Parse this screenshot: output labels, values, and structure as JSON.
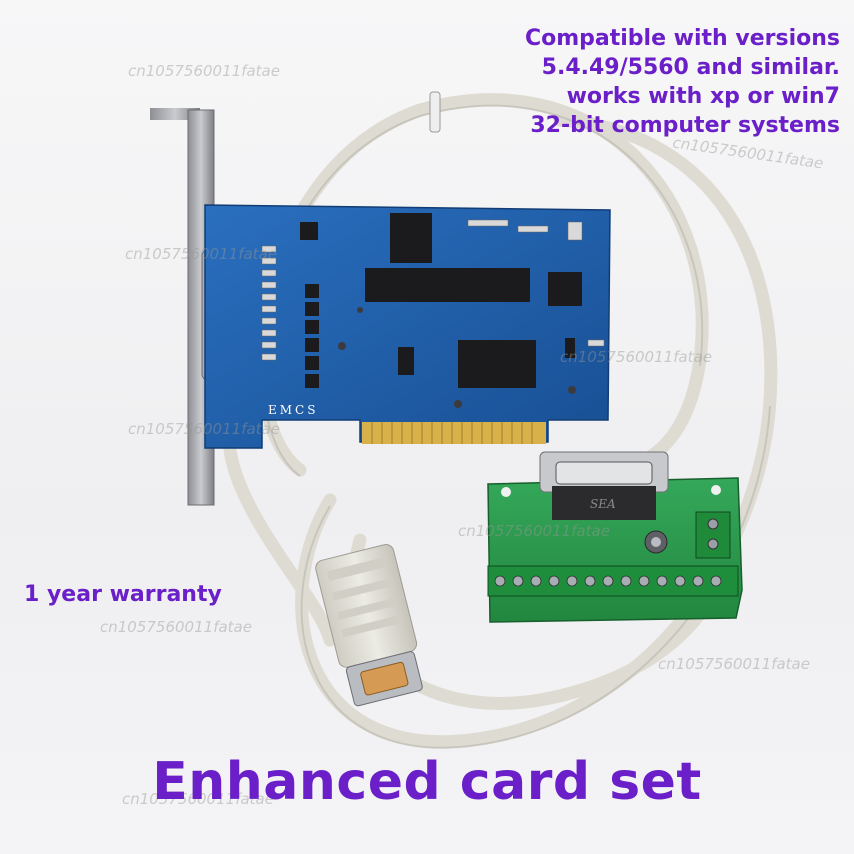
{
  "overlay": {
    "spec_lines": [
      "Compatible with versions",
      "5.4.49/5560 and similar.",
      "works with xp or win7",
      "32-bit computer systems"
    ],
    "warranty": "1 year warranty",
    "headline": "Enhanced card set"
  },
  "board": {
    "main_card_label": "EMCS",
    "breakout_label": "SEA"
  },
  "watermark": "cn1057560011fatae",
  "colors": {
    "text_purple": "#6a1fc8",
    "pcb_blue": "#1f5fa8",
    "pcb_green": "#2a9a4a",
    "cable_beige": "#e3e1d8",
    "gold_finger": "#d8b14a"
  }
}
